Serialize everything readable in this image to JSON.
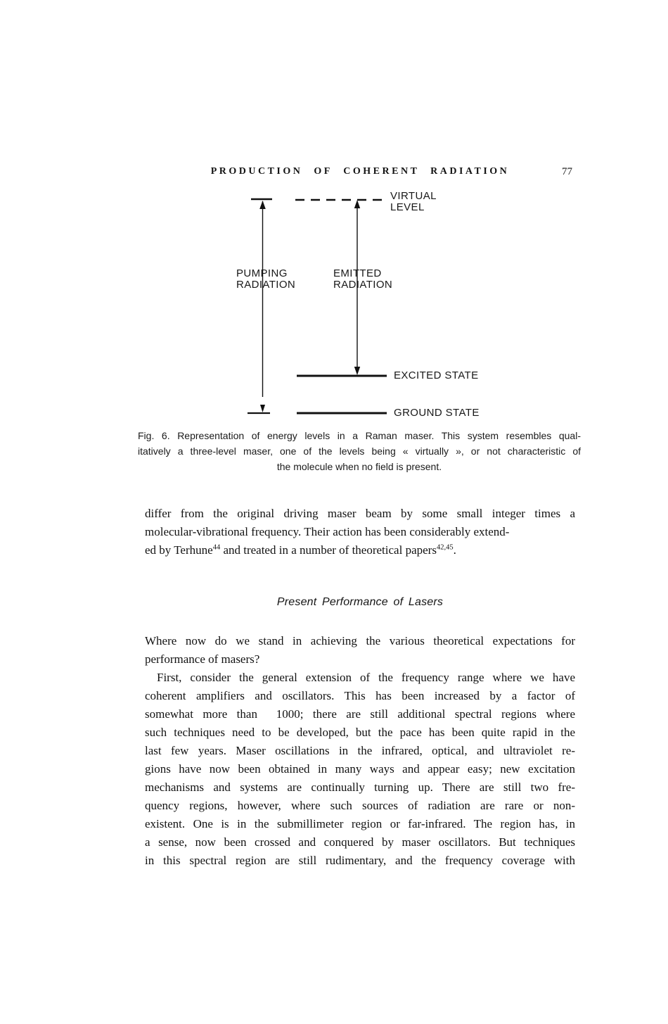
{
  "header": {
    "title": "PRODUCTION OF COHERENT RADIATION",
    "page_number": "77"
  },
  "figure": {
    "virtual_level_label": [
      "VIRTUAL",
      "LEVEL"
    ],
    "pumping_label": [
      "PUMPING",
      "RADIATION"
    ],
    "emitted_label": [
      "EMITTED",
      "RADIATION"
    ],
    "excited_label": "EXCITED STATE",
    "ground_label": "GROUND STATE",
    "caption_lines": [
      "Fig. 6. Representation of energy levels in a Raman maser. This system resembles qual-",
      "itatively a three-level maser, one of the levels being « virtually », or not characteristic of",
      "the molecule when no field is present."
    ]
  },
  "body": {
    "p1_lines": [
      "differ from the original driving maser beam by some small integer times a",
      "molecular-vibrational frequency. Their action has been considerably extend-"
    ],
    "p1_last": {
      "t1": "ed by Terhune",
      "sup1": "44",
      "t2": " and treated in a number of theoretical papers",
      "sup2": "42,45",
      "t3": "."
    },
    "section_heading": "Present Performance of Lasers",
    "p2_lines": [
      "Where now do we stand in achieving the various theoretical expectations for",
      "performance of masers?"
    ],
    "p3_lines": [
      "First, consider the general extension of the frequency range where we have",
      "coherent amplifiers and oscillators. This has been increased by a factor of",
      "somewhat more than  1000; there are still additional spectral regions where",
      "such techniques need to be developed, but the pace has been quite rapid in the",
      "last few years. Maser oscillations in the infrared, optical, and ultraviolet re-",
      "gions have now been obtained in many ways and appear easy; new excitation",
      "mechanisms and systems are continually turning up. There are still two fre-",
      "quency regions, however, where such sources of radiation are rare or non-",
      "existent. One is in the submillimeter region or far-infrared. The region has, in",
      "a sense, now been crossed and conquered by maser oscillators. But techniques",
      "in this spectral region are still rudimentary, and the frequency coverage with"
    ]
  }
}
